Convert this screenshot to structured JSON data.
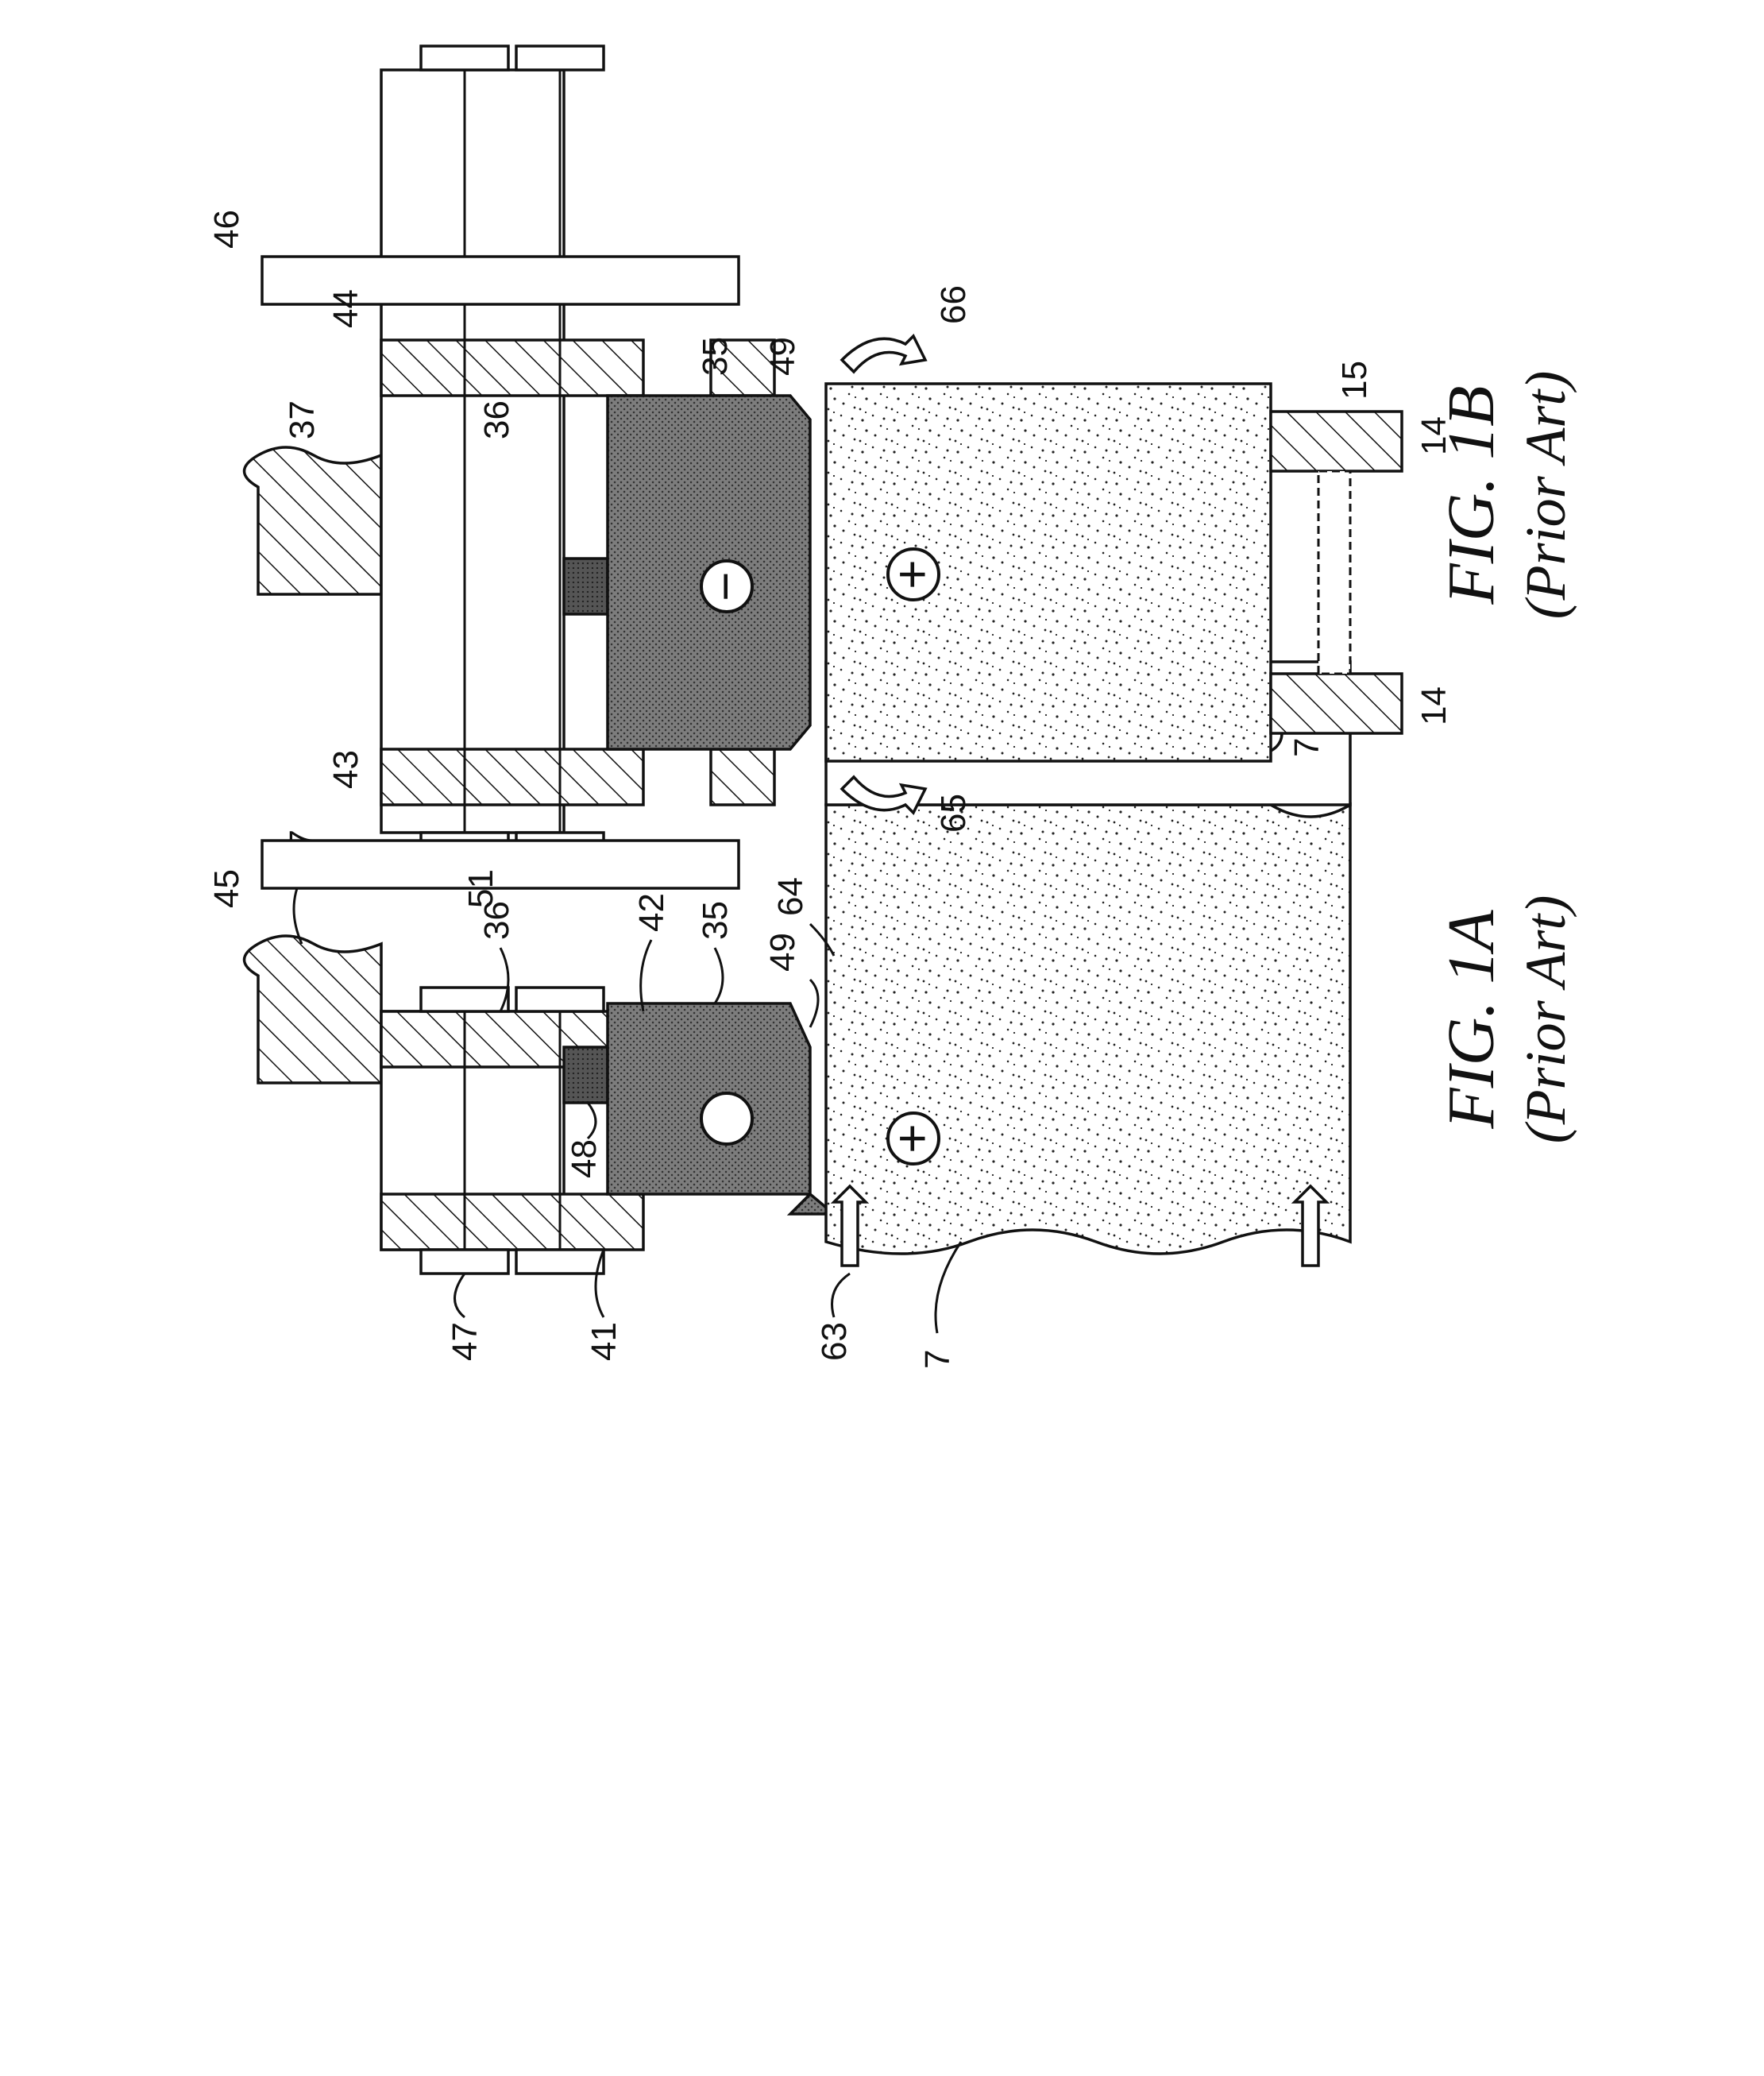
{
  "figures": [
    {
      "id": "fig-1a",
      "caption": "FIG. 1A",
      "subcaption": "(Prior Art)",
      "labels": {
        "l47": "47",
        "l41": "41",
        "l63": "63",
        "l7": "7",
        "l48": "48",
        "l36": "36",
        "l37": "37",
        "l35": "35",
        "l49": "49",
        "l42": "42",
        "l64": "64",
        "l14": "14",
        "l15": "15"
      },
      "polarity": {
        "electrode": "−",
        "workpiece": "+"
      }
    },
    {
      "id": "fig-1b",
      "caption": "FIG. 1B",
      "subcaption": "(Prior Art)",
      "labels": {
        "l51": "51",
        "l45": "45",
        "l65": "65",
        "l43": "43",
        "l7": "7",
        "l14a": "14",
        "l37": "37",
        "l36": "36",
        "l35": "35",
        "l49": "49",
        "l44": "44",
        "l46": "46",
        "l66": "66",
        "l14b": "14",
        "l15": "15"
      },
      "polarity": {
        "electrode": "−",
        "workpiece": "+"
      }
    }
  ],
  "colors": {
    "ink": "#111111",
    "paper": "#ffffff",
    "electrode_fill": "#8a8a8a"
  }
}
